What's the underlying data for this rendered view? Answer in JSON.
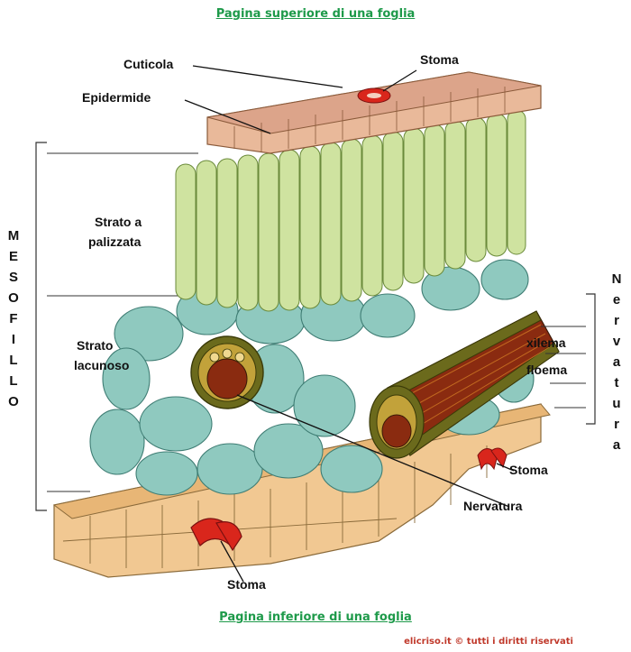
{
  "top_title": "Pagina superiore di una foglia",
  "bottom_title": "Pagina inferiore di una foglia",
  "copyright": "elicriso.it © tutti i diritti riservati",
  "labels": {
    "cuticola": "Cuticola",
    "epidermide": "Epidermide",
    "stoma_top": "Stoma",
    "stoma_right": "Stoma",
    "stoma_bottom": "Stoma",
    "palizzata_line1": "Strato a",
    "palizzata_line2": "palizzata",
    "lacunoso_line1": "Strato",
    "lacunoso_line2": "lacunoso",
    "xilema": "xilema",
    "floema": "floema",
    "nervatura": "Nervatura"
  },
  "mesofillo_letters": [
    "M",
    "E",
    "S",
    "O",
    "F",
    "I",
    "L",
    "L",
    "O"
  ],
  "nervatura_letters": [
    "N",
    "e",
    "r",
    "v",
    "a",
    "t",
    "u",
    "r",
    "a"
  ],
  "colors": {
    "title_green": "#1e9a4a",
    "palisade": "#cfe3a0",
    "spongy": "#8fc9bf",
    "epidermis": "#f1c892",
    "stoma": "#d9261c",
    "vein_outer": "#6b6a1c",
    "vein_inner": "#8a2b10",
    "copyright": "#c0392b"
  }
}
